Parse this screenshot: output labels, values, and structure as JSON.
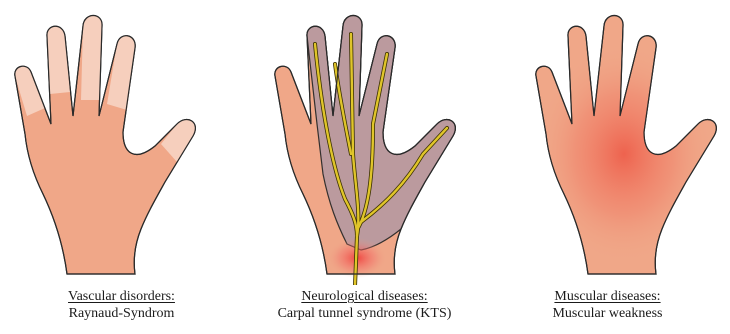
{
  "panels": [
    {
      "category": "Vascular disorders:",
      "condition": "Raynaud-Syndrom"
    },
    {
      "category": "Neurological diseases:",
      "condition": "Carpal tunnel syndrome (KTS)"
    },
    {
      "category": "Muscular diseases:",
      "condition": "Muscular weakness"
    }
  ],
  "colors": {
    "skin": "#f0a788",
    "skin_dark": "#e8987a",
    "pale_finger": "#f6cfbd",
    "nerve_overlay": "#b99aa0",
    "nerve": "#e0c52a",
    "inflammation": "#f25a4a",
    "outline": "#2a2a2a"
  }
}
